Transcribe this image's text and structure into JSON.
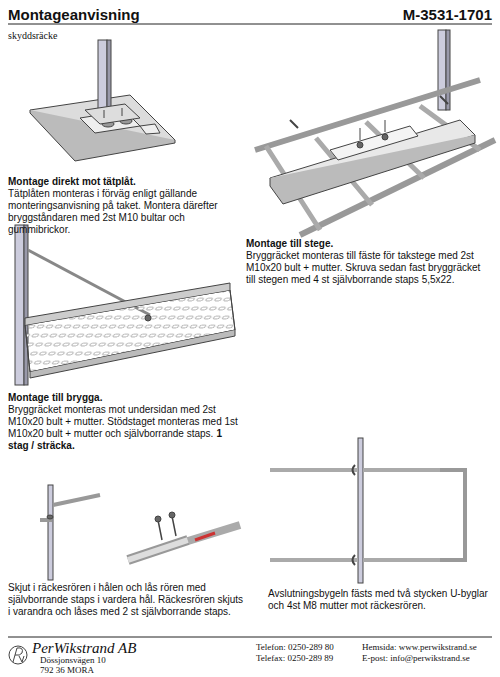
{
  "diagram": {
    "title": "Montageanvisning",
    "labels": [
      "M-3531-1701",
      "skyddsräcke",
      "Montage direkt mot tätplåt.",
      "Tätplåten monteras i förväg enligt gällande monteringsanvisning på taket. Montera därefter bryggståndaren med 2st M10 bultar och gummibrickor.",
      "Montage till stege.",
      "Bryggräcket monteras till fäste för takstege med 2st M10x20 bult + mutter. Skruva sedan fast bryggräcket till stegen med 4 st självborrande staps 5,5x22.",
      "Montage till brygga.",
      "Bryggräcket monteras mot undersidan med 2st M10x20 bult + mutter. Stödstaget monteras med 1st M10x20 bult + mutter och självborrande staps.",
      "1 stag / sträcka.",
      "Skjut i räckesrören i hålen och lås rören med självborrande staps i vardera hål. Räckesrören skjuts i varandra och låses med 2 st självborrande staps.",
      "Avslutningsbygeln fästs med två stycken U-byglar och 4st M8 mutter mot räckesrören.",
      "PerWikstrand AB",
      "Dössjonsvägen 10",
      "792 36 MORA",
      "Telefon: 0250-289 80",
      "Telefax: 0250-289 89",
      "Hemsida: www.perwikstrand.se",
      "E-post: info@perwikstrand.se"
    ]
  }
}
